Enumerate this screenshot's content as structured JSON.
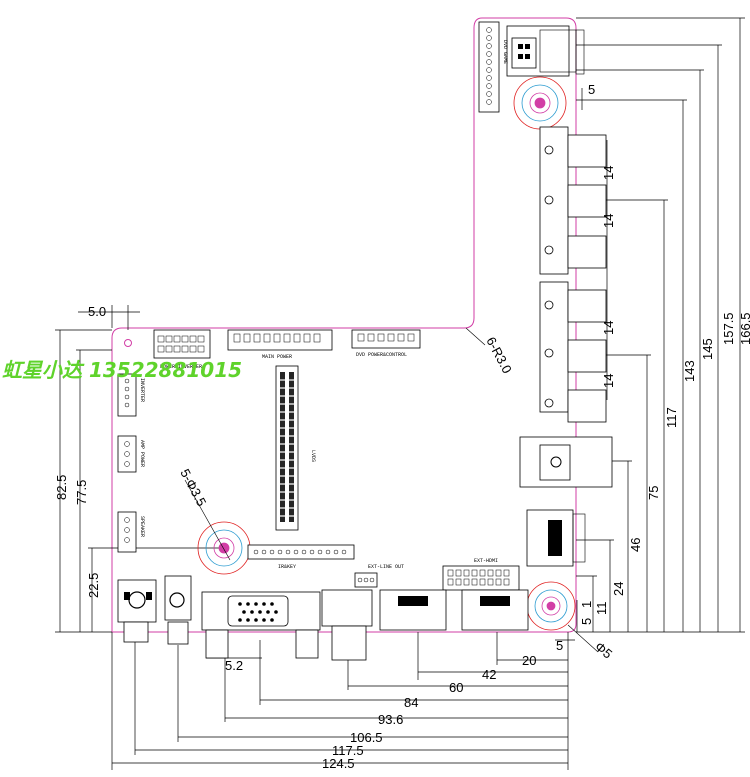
{
  "watermark": "虹星小达 13522881015",
  "connectors": {
    "dvd_game": "DVD GAME",
    "power_inverter": "POWER&INVERTER",
    "main_power": "MAIN POWER",
    "dvd_power_control": "DVD POWER&CONTROL",
    "inverter": "INVERTER",
    "amp_power": "AMP POWER",
    "speaker": "SPEAKER",
    "lvds": "LVDS",
    "irkey": "IR&KEY",
    "ext_line_out": "EXT-LINE OUT",
    "ext_hdmi": "EXT-HDMI"
  },
  "annotations": {
    "hole_spec": "5-Φ3.5",
    "corner_spec": "6-R3.0",
    "small_hole": "Φ5"
  },
  "dimensions": {
    "top_left_offset": "5.0",
    "height_82_5": "82.5",
    "height_77_5": "77.5",
    "height_22_5": "22.5",
    "right_5_top": "5",
    "right_5_bottom": "5",
    "right_5_1": "5",
    "right_1": "1",
    "right_11": "11",
    "right_24": "24",
    "right_46": "46",
    "right_75": "75",
    "right_117": "117",
    "right_143": "143",
    "right_145": "145",
    "right_157_5": "157.5",
    "right_166_5": "166.5",
    "av_gaps": [
      "14",
      "14",
      "14",
      "14"
    ],
    "bottom_5_2": "5.2",
    "bottom_20": "20",
    "bottom_42": "42",
    "bottom_60": "60",
    "bottom_84": "84",
    "bottom_93_6": "93.6",
    "bottom_106_5": "106.5",
    "bottom_117_5": "117.5",
    "bottom_124_5": "124.5"
  }
}
